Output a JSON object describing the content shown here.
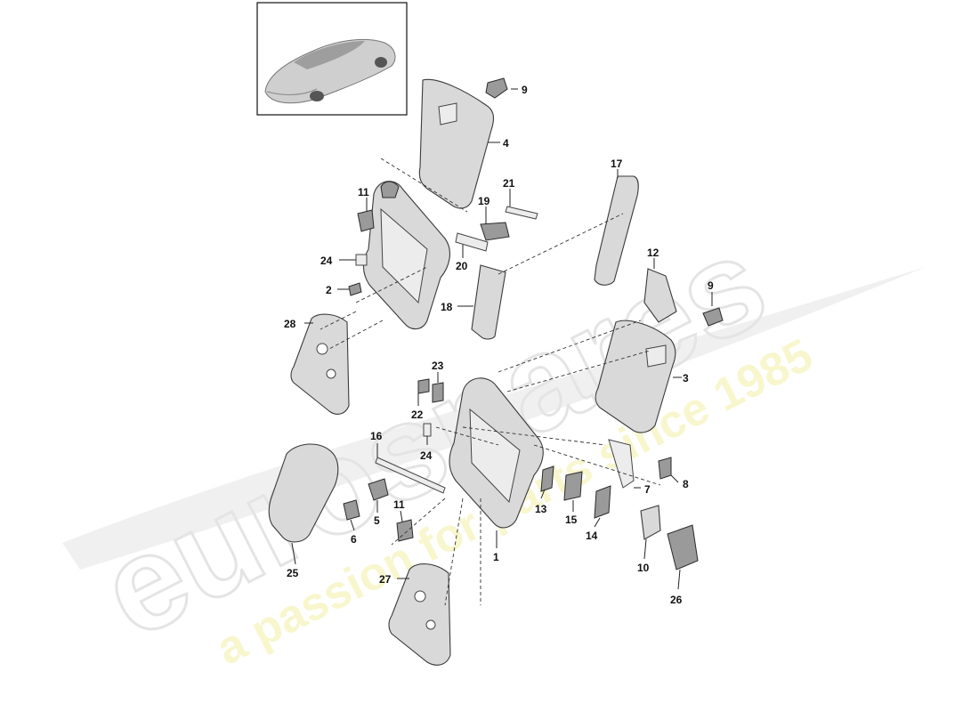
{
  "watermark": {
    "brand": "eurospares",
    "tagline": "a passion for parts since 1985"
  },
  "thumbnail": {
    "subject": "car-thumbnail"
  },
  "callouts": {
    "c1": "1",
    "c2": "2",
    "c3": "3",
    "c4": "4",
    "c5": "5",
    "c6": "6",
    "c7": "7",
    "c8": "8",
    "c9a": "9",
    "c9b": "9",
    "c10": "10",
    "c11a": "11",
    "c11b": "11",
    "c12": "12",
    "c13": "13",
    "c14": "14",
    "c15": "15",
    "c16": "16",
    "c17": "17",
    "c18": "18",
    "c19": "19",
    "c20": "20",
    "c21": "21",
    "c22": "22",
    "c23": "23",
    "c24a": "24",
    "c24b": "24",
    "c25": "25",
    "c26": "26",
    "c27": "27",
    "c28": "28"
  },
  "colors": {
    "watermark": "#c9c9c9",
    "tagline": "#f2ef9a",
    "parts": "#d9d9d9",
    "outline": "#3a3a3a"
  }
}
